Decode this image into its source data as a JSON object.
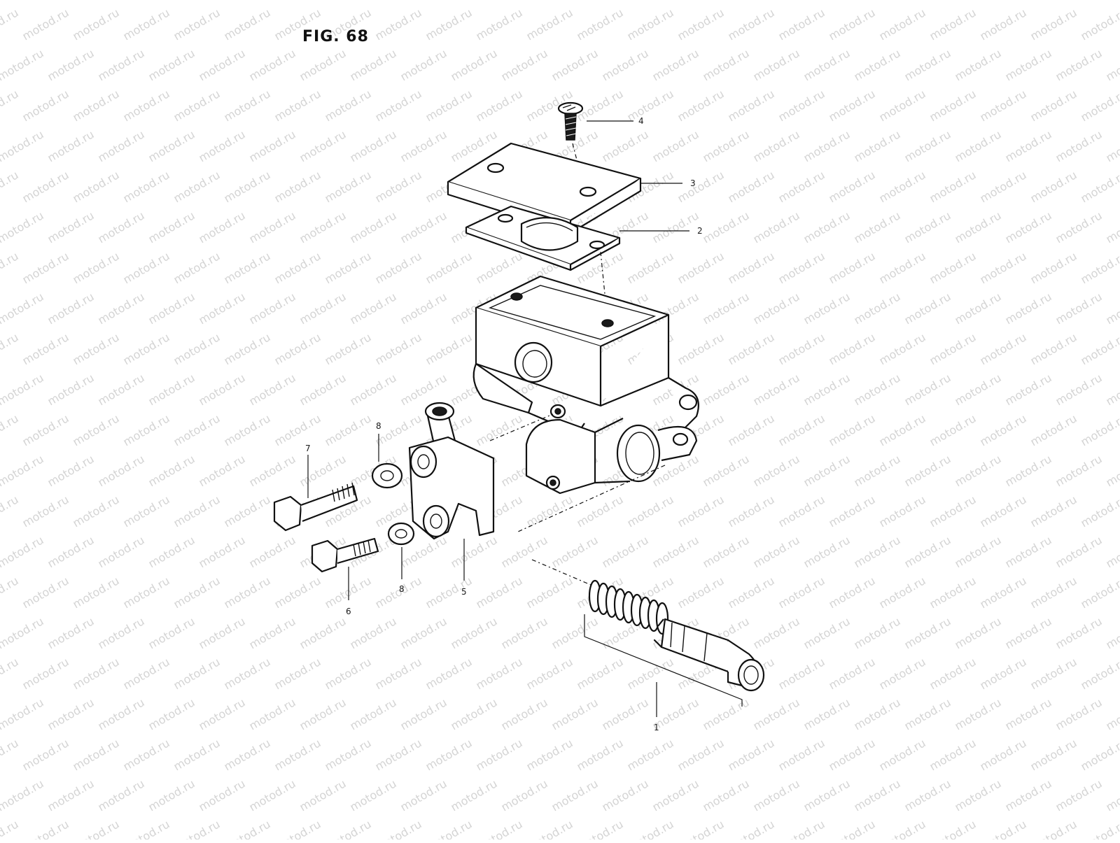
{
  "figure": {
    "title": "FIG. 68",
    "watermark": "motod.ru"
  },
  "callouts": [
    {
      "id": "c1",
      "label": "1"
    },
    {
      "id": "c2",
      "label": "2"
    },
    {
      "id": "c3",
      "label": "3"
    },
    {
      "id": "c4",
      "label": "4"
    },
    {
      "id": "c5",
      "label": "5"
    },
    {
      "id": "c6",
      "label": "6"
    },
    {
      "id": "c7",
      "label": "7"
    },
    {
      "id": "c8a",
      "label": "8"
    },
    {
      "id": "c8b",
      "label": "8"
    }
  ],
  "colors": {
    "line": "#111111",
    "background": "#ffffff",
    "watermark": "#d4d4d4"
  }
}
